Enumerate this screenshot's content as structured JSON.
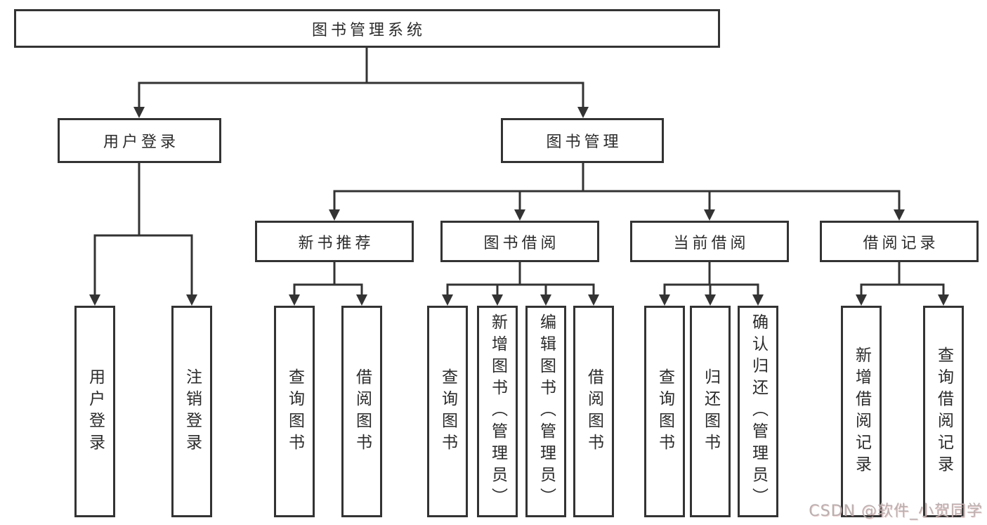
{
  "diagram": {
    "root": "图书管理系统",
    "level2": [
      "用户登录",
      "图书管理"
    ],
    "level3": [
      "新书推荐",
      "图书借阅",
      "当前借阅",
      "借阅记录"
    ],
    "leaves_user_login": [
      "用户登录",
      "注销登录"
    ],
    "leaves_new_book": [
      "查询图书",
      "借阅图书"
    ],
    "leaves_book_borrow": [
      "查询图书",
      "新增图书（管理员）",
      "编辑图书（管理员）",
      "借阅图书"
    ],
    "leaves_current_borrow": [
      "查询图书",
      "归还图书",
      "确认归还（管理员）"
    ],
    "leaves_borrow_record": [
      "新增借阅记录",
      "查询借阅记录"
    ]
  },
  "watermark": "CSDN @软件_小贺同学",
  "colors": {
    "line": "#333333",
    "box_border": "#333333",
    "text": "#2b2b2b",
    "watermark": "#b9b0b0",
    "background": "#ffffff"
  }
}
